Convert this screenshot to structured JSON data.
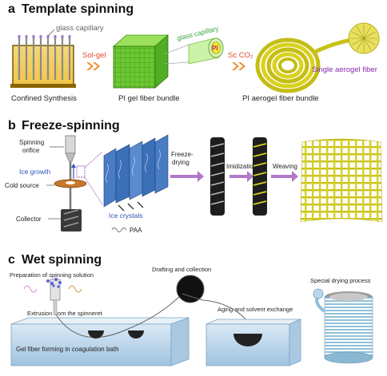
{
  "panels": {
    "a": {
      "letter": "a",
      "title": "Template spinning",
      "labels": {
        "glass_capillary": "glass capillary",
        "sol_gel": "Sol-gel",
        "glass_capillary_zoom": "glass capillary",
        "pi": "PI",
        "sc_co2": "Sc CO₂",
        "confined_synthesis": "Confined Synthesis",
        "gel_bundle": "PI gel fiber bundle",
        "aerogel_bundle": "PI aerogel fiber bundle",
        "single_fiber": "Single aerogel fiber"
      }
    },
    "b": {
      "letter": "b",
      "title": "Freeze-spinning",
      "labels": {
        "spinning_orifice_1": "Spinning",
        "spinning_orifice_2": "orifice",
        "ice_growth": "Ice growth",
        "cold_source": "Cold source",
        "collector": "Collector",
        "ice_crystals": "Ice crystals",
        "paa": "PAA",
        "freeze_drying_1": "Freeze-",
        "freeze_drying_2": "drying",
        "imidization": "Imidization",
        "weaving": "Weaving"
      }
    },
    "c": {
      "letter": "c",
      "title": "Wet spinning",
      "labels": {
        "preparation": "Preparation of spinning solution",
        "extrusion": "Extrusion from the spinneret",
        "gel_forming": "Gel fiber forming in coagulation bath",
        "drafting": "Drafting and collection",
        "aging": "Aging and solvent exchange",
        "special_drying": "Special drying process"
      }
    }
  },
  "colors": {
    "mold": "#c8960a",
    "gel_fiber": "#7ccf3a",
    "aerogel": "#d9d11e",
    "arrow_orange": "#f08a2a",
    "arrow_purple": "#b07ac8",
    "ice_blue": "#3b6fb8",
    "bath_blue": "#bcd6ea"
  }
}
